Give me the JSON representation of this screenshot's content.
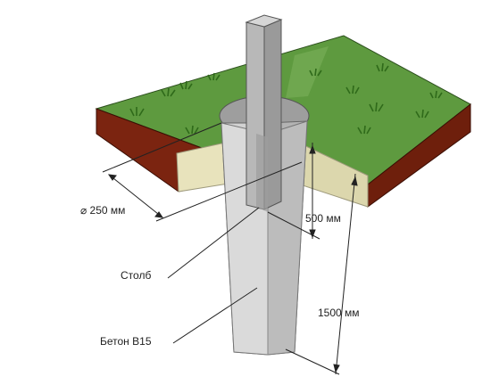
{
  "labels": {
    "diameter": "⌀ 250 мм",
    "depth_top": "500 мм",
    "depth_total": "1500 мм",
    "post": "Столб",
    "concrete": "Бетон В15"
  },
  "colors": {
    "grass": "#5e9a3f",
    "grass_edge": "#2c4f1d",
    "soil": "#7b2410",
    "soil_dark": "#5a1808",
    "sand": "#e8e3bc",
    "concrete": "#c4c4c4",
    "concrete_dark": "#8f8f8f",
    "post": "#a9a9a9",
    "line": "#222222"
  },
  "icons": [
    "grass-tuft-icon"
  ]
}
